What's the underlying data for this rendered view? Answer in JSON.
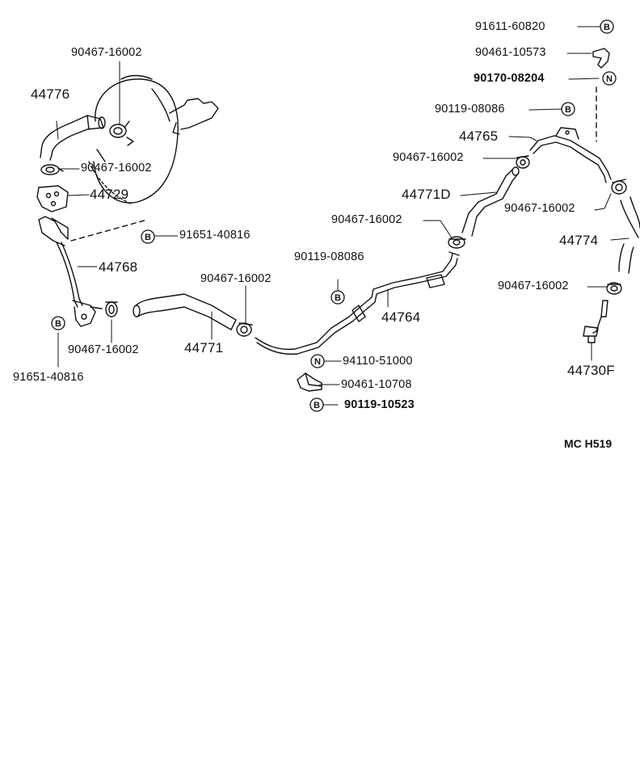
{
  "diagram_code": "MC H519",
  "markers": {
    "B": "B",
    "N": "N"
  },
  "labels": {
    "p91611_60820": "91611-60820",
    "p90461_10573": "90461-10573",
    "p90170_08204": "90170-08204",
    "p90119_08086_top": "90119-08086",
    "p44765": "44765",
    "p90467_16002_upper_right": "90467-16002",
    "p44771D": "44771D",
    "p90467_16002_right": "90467-16002",
    "p90467_16002_mid": "90467-16002",
    "p44774": "44774",
    "p90467_16002_lower_right": "90467-16002",
    "p44730F": "44730F",
    "p90119_08086_mid": "90119-08086",
    "p44764": "44764",
    "p94110_51000": "94110-51000",
    "p90461_10708": "90461-10708",
    "p90119_10523": "90119-10523",
    "p90467_16002_top_left": "90467-16002",
    "p44776": "44776",
    "p90467_16002_left": "90467-16002",
    "p44729": "44729",
    "p91651_40816_a": "91651-40816",
    "p44768": "44768",
    "p90467_16002_center": "90467-16002",
    "p44771": "44771",
    "p90467_16002_bottom_left": "90467-16002",
    "p91651_40816_b": "91651-40816"
  }
}
